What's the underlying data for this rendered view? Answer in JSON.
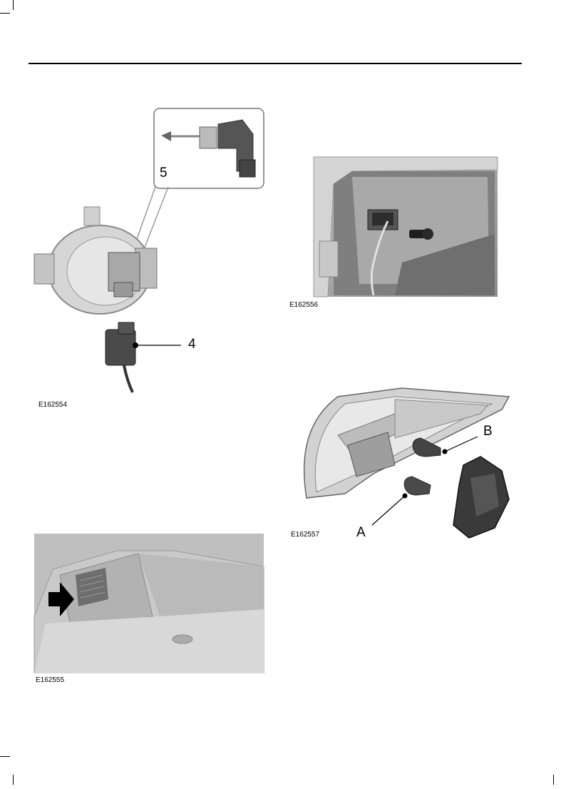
{
  "figures": [
    {
      "id": "headlamp",
      "code": "E162554",
      "callouts": [
        "5",
        "4"
      ]
    },
    {
      "id": "trunk_wall",
      "code": "E162556",
      "callouts": []
    },
    {
      "id": "tail_lamp",
      "code": "E162557",
      "callouts": [
        "B",
        "A"
      ]
    },
    {
      "id": "cargo_area",
      "code": "E162555",
      "callouts": []
    }
  ]
}
